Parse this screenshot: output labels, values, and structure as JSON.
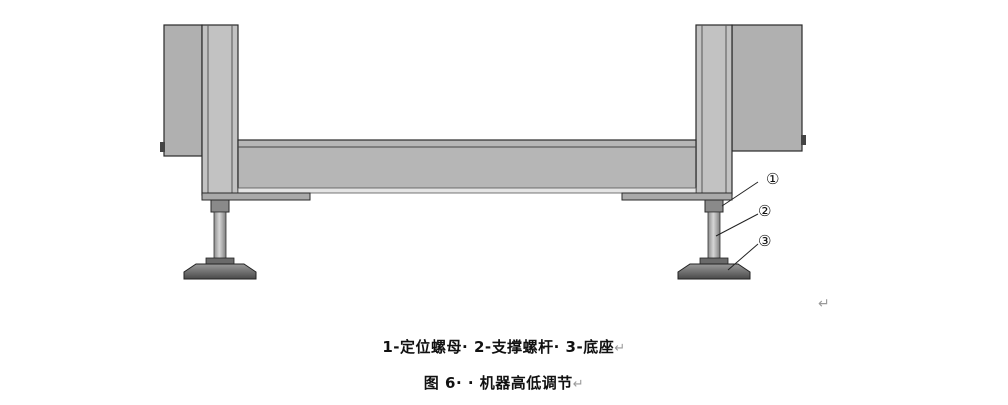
{
  "figure": {
    "callouts": [
      "①",
      "②",
      "③"
    ]
  },
  "captions": {
    "legend": "1-定位螺母· 2-支撑螺杆· 3-底座",
    "title": "图 6· · 机器高低调节",
    "para_mark": "↵"
  },
  "colors": {
    "frame_fill": "#bdbdbd",
    "panel_fill": "#b2b2b2",
    "outline": "#2a2a2a",
    "rod_fill": "#a8a8a8"
  }
}
